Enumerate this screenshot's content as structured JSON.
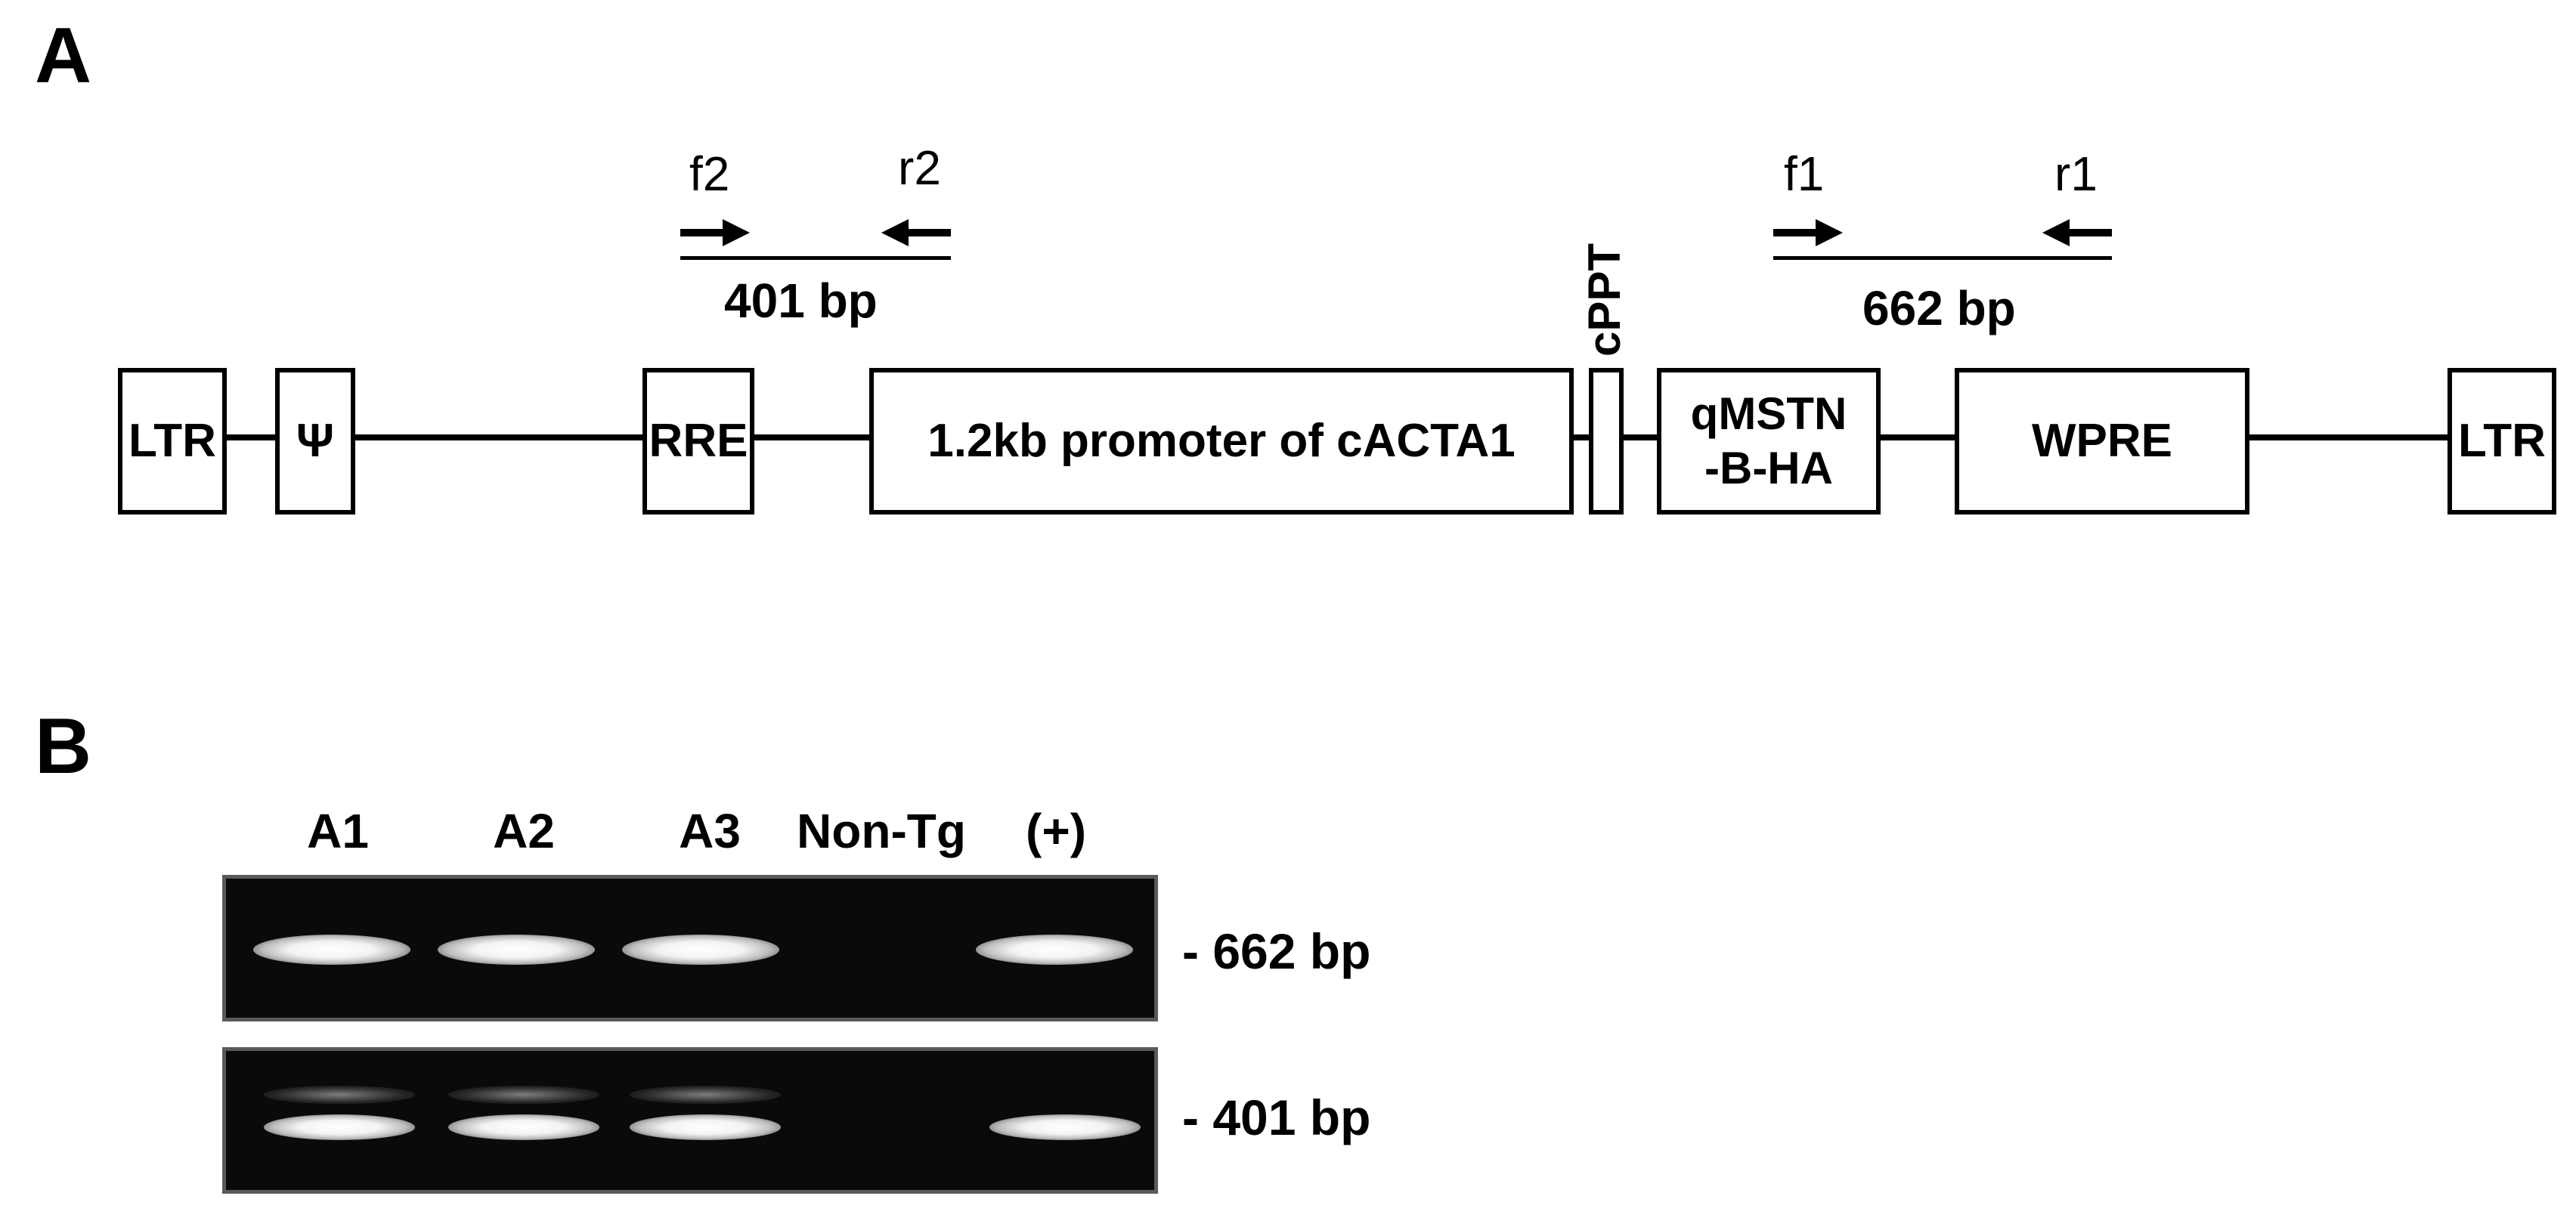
{
  "panels": {
    "a": {
      "label": "A"
    },
    "b": {
      "label": "B"
    }
  },
  "construct": {
    "elements": [
      {
        "id": "ltr-left",
        "text": "LTR"
      },
      {
        "id": "psi",
        "text": "Ψ"
      },
      {
        "id": "rre",
        "text": "RRE"
      },
      {
        "id": "promoter",
        "text": "1.2kb promoter of cACTA1"
      },
      {
        "id": "cppt",
        "text": "cPPT"
      },
      {
        "id": "qmstn",
        "text_line1": "qMSTN",
        "text_line2": "-B-HA"
      },
      {
        "id": "wpre",
        "text": "WPRE"
      },
      {
        "id": "ltr-right",
        "text": "LTR"
      }
    ],
    "amplicons": [
      {
        "forward": "f2",
        "reverse": "r2",
        "size": "401 bp"
      },
      {
        "forward": "f1",
        "reverse": "r1",
        "size": "662 bp"
      }
    ]
  },
  "gel": {
    "lanes": [
      "A1",
      "A2",
      "A3",
      "Non-Tg",
      "(+)"
    ],
    "rows": [
      {
        "size_label": "- 662 bp",
        "bands_present": [
          true,
          true,
          true,
          false,
          true
        ]
      },
      {
        "size_label": "- 401 bp",
        "bands_present": [
          true,
          true,
          true,
          false,
          true
        ]
      }
    ]
  },
  "colors": {
    "ink": "#000000",
    "gel_background": "#0a0a0a",
    "band": "#ffffff"
  }
}
